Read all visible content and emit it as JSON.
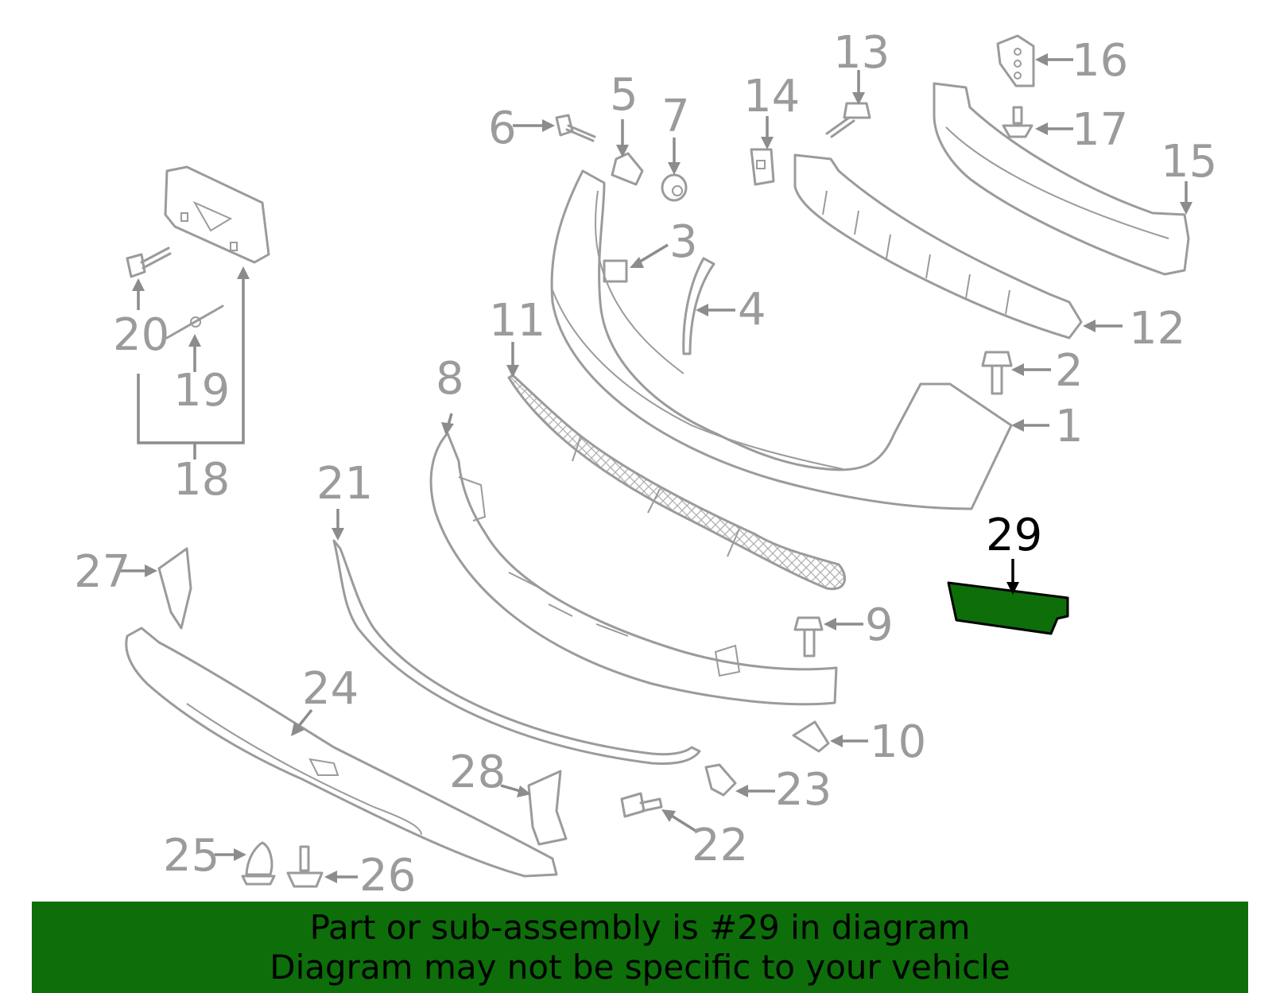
{
  "diagram": {
    "highlight_color": "#0d6e0a",
    "highlighted_part": "29",
    "callouts": [
      "1",
      "2",
      "3",
      "4",
      "5",
      "6",
      "7",
      "8",
      "9",
      "10",
      "11",
      "12",
      "13",
      "14",
      "15",
      "16",
      "17",
      "18",
      "19",
      "20",
      "21",
      "22",
      "23",
      "24",
      "25",
      "26",
      "27",
      "28",
      "29"
    ]
  },
  "banner": {
    "line1": "Part or sub-assembly is #29 in diagram",
    "line2": "Diagram may not be specific to your vehicle"
  }
}
